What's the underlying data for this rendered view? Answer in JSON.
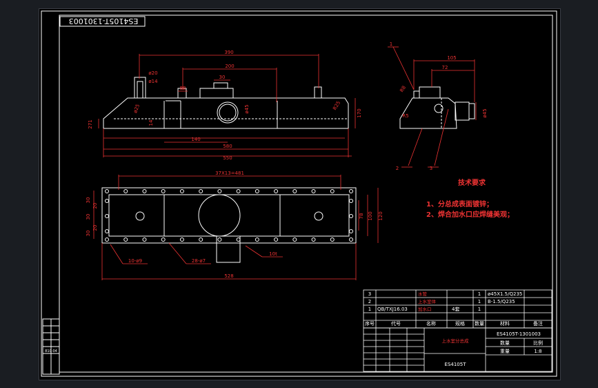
{
  "drawing_number_rotated": "ES4105T-1301003",
  "colors": {
    "paper": "#000000",
    "line": "#ffffff",
    "dimension": "#ee3333",
    "frame": "#ffffff",
    "window_bg": "#1a1d22"
  },
  "front_view": {
    "dims": [
      "390",
      "200",
      "30",
      "88",
      "ø20",
      "ø14",
      "ø25",
      "14",
      "ø45",
      "140",
      "580",
      "550",
      "271",
      "170",
      "R25"
    ]
  },
  "side_view": {
    "dims": [
      "105",
      "72",
      "R8",
      "ø45",
      "R5"
    ],
    "callouts": [
      "1",
      "2",
      "3"
    ]
  },
  "plan_view": {
    "dims": [
      "37X13=481",
      "30",
      "30",
      "30",
      "20",
      "20",
      "78",
      "100",
      "120",
      "528"
    ],
    "labels": [
      "10-ø9",
      "28-ø7",
      "10t"
    ]
  },
  "tech_requirements": {
    "title": "技术要求",
    "items": [
      "1、分总成表面镀锌；",
      "2、焊合加水口应焊缝美观；"
    ]
  },
  "bom": {
    "rows": [
      {
        "no": "3",
        "code": "",
        "name": "水管",
        "qty": "1",
        "material": "ø45X1.5/Q235"
      },
      {
        "no": "2",
        "code": "",
        "name": "上水室体",
        "qty": "1",
        "material": "B-1.5/Q235"
      },
      {
        "no": "1",
        "code": "QB/TXJ16.03",
        "name": "加水口",
        "extra": "4套",
        "qty": "1",
        "material": ""
      }
    ],
    "header": [
      "序号",
      "代号",
      "名称",
      "规格",
      "数量",
      "材料",
      "备注"
    ]
  },
  "title_block": {
    "part_name": "上水室分总成",
    "drawing_code": "ES4105T-1301003",
    "model": "ES4105T",
    "scale_label": "比例",
    "scale": "1:8",
    "qty_label": "数量",
    "sheet_label": "重量"
  },
  "left_strip": {
    "label": "810-04"
  }
}
